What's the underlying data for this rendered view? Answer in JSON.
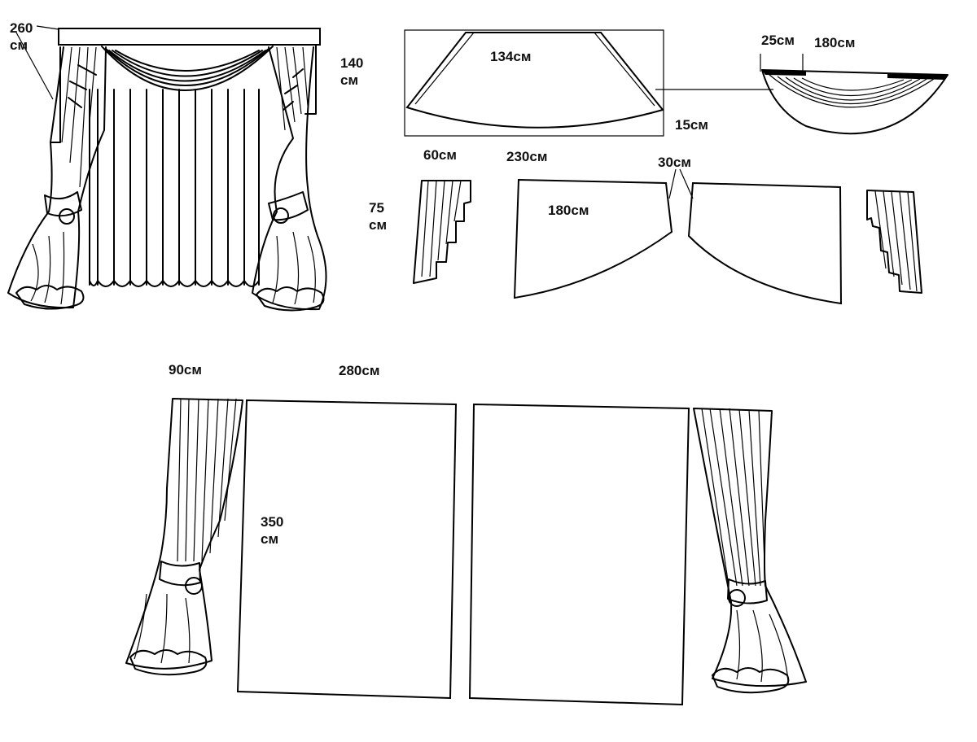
{
  "labels": {
    "pelmet_width": "260",
    "pelmet_width_unit": "см",
    "swag_height": "140",
    "swag_height_unit": "см",
    "swag_top": "134см",
    "swag_side": "15см",
    "swag_small": "25см",
    "swag_wide": "180см",
    "jabot_width": "60см",
    "jabot_height": "75",
    "jabot_height_unit": "см",
    "valance_top": "230см",
    "valance_inner": "180см",
    "valance_gap": "30см",
    "side_width": "90см",
    "panel_width": "280см",
    "panel_height": "350",
    "panel_height_unit": "см"
  }
}
